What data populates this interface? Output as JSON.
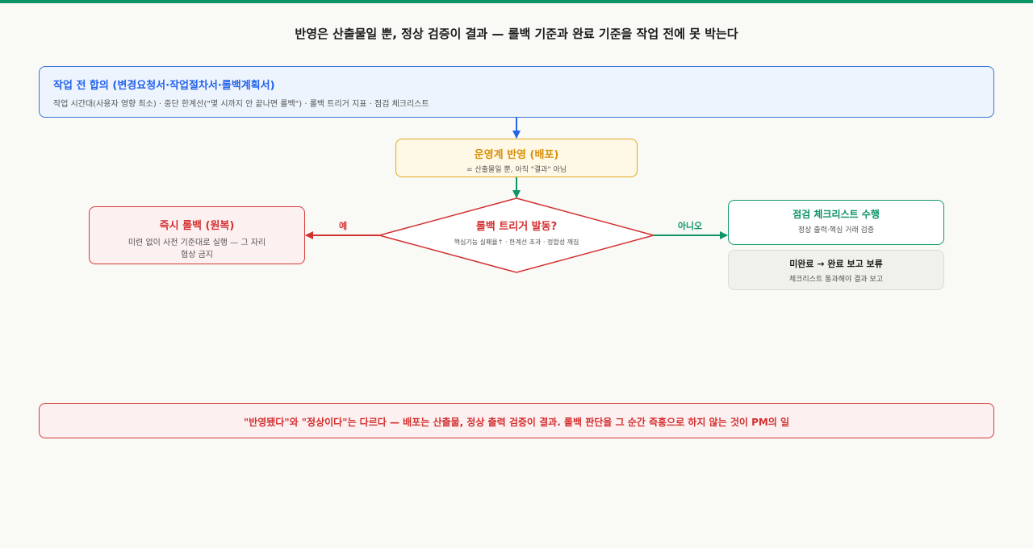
{
  "title": "반영은 산출물일 뿐, 정상 검증이 결과 — 롤백 기준과 완료 기준을 작업 전에 못 박는다",
  "agreement": {
    "heading": "작업 전 합의 (변경요청서·작업절차서·롤백계획서)",
    "detail": "작업 시간대(사용자 영향 최소) · 중단 한계선(\"몇 시까지 안 끝나면 롤백\") · 롤백 트리거 지표 · 점검 체크리스트"
  },
  "deploy": {
    "heading": "운영계 반영 (배포)",
    "detail": "= 산출물일 뿐, 아직 \"결과\" 아님"
  },
  "decision": {
    "question": "롤백 트리거 발동?",
    "criteria": "핵심기능 실패율↑ · 한계선 초과 · 정합성 깨짐"
  },
  "yes_label": "예",
  "no_label": "아니오",
  "rollback": {
    "heading": "즉시 롤백 (원복)",
    "detail_line1": "미련 없이 사전 기준대로 실행 — 그 자리",
    "detail_line2": "협상 금지"
  },
  "checklist": {
    "heading": "점검 체크리스트 수행",
    "detail": "정상 출력·핵심 거래 검증"
  },
  "incomplete": {
    "heading": "미완료 → 완료 보고 보류",
    "detail": "체크리스트 통과해야 결과 보고"
  },
  "bottom_note": "\"반영됐다\"와 \"정상이다\"는 다르다 — 배포는 산출물, 정상 출력 검증이 결과. 롤백 판단을 그 순간 즉흥으로 하지 않는 것이 PM의 일",
  "colors": {
    "blue": "#2563eb",
    "amber": "#e3a81e",
    "red": "#d33030",
    "green": "#0d9467"
  }
}
